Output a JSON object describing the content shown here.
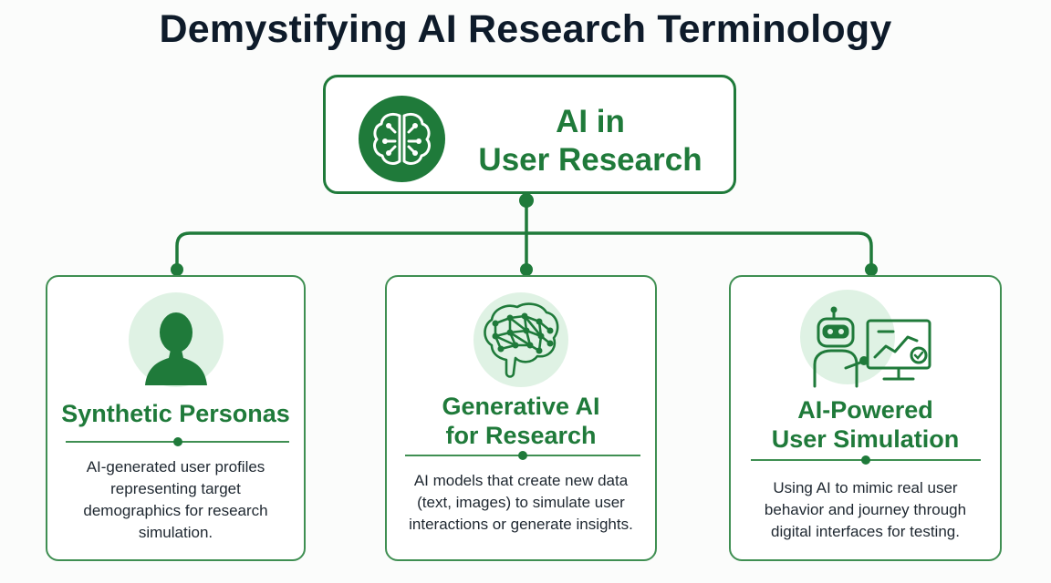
{
  "title": "Demystifying AI Research Terminology",
  "root": {
    "title_line1": "AI in",
    "title_line2": "User Research",
    "icon": "brain-circuit-icon"
  },
  "cards": [
    {
      "title": "Synthetic Personas",
      "description": "AI-generated user profiles representing target demographics for research simulation.",
      "icon": "person-silhouette-icon"
    },
    {
      "title_line1": "Generative AI",
      "title_line2": "for Research",
      "description": "AI models that create new data (text, images) to simulate user interactions or generate insights.",
      "icon": "neural-brain-icon"
    },
    {
      "title_line1": "AI-Powered",
      "title_line2": "User Simulation",
      "description": "Using AI to mimic real user behavior and journey through digital interfaces for testing.",
      "icon": "robot-monitor-icon"
    }
  ],
  "colors": {
    "primary": "#1f7a3a",
    "icon_bg": "#dff2e4",
    "title": "#0e1b2a"
  }
}
